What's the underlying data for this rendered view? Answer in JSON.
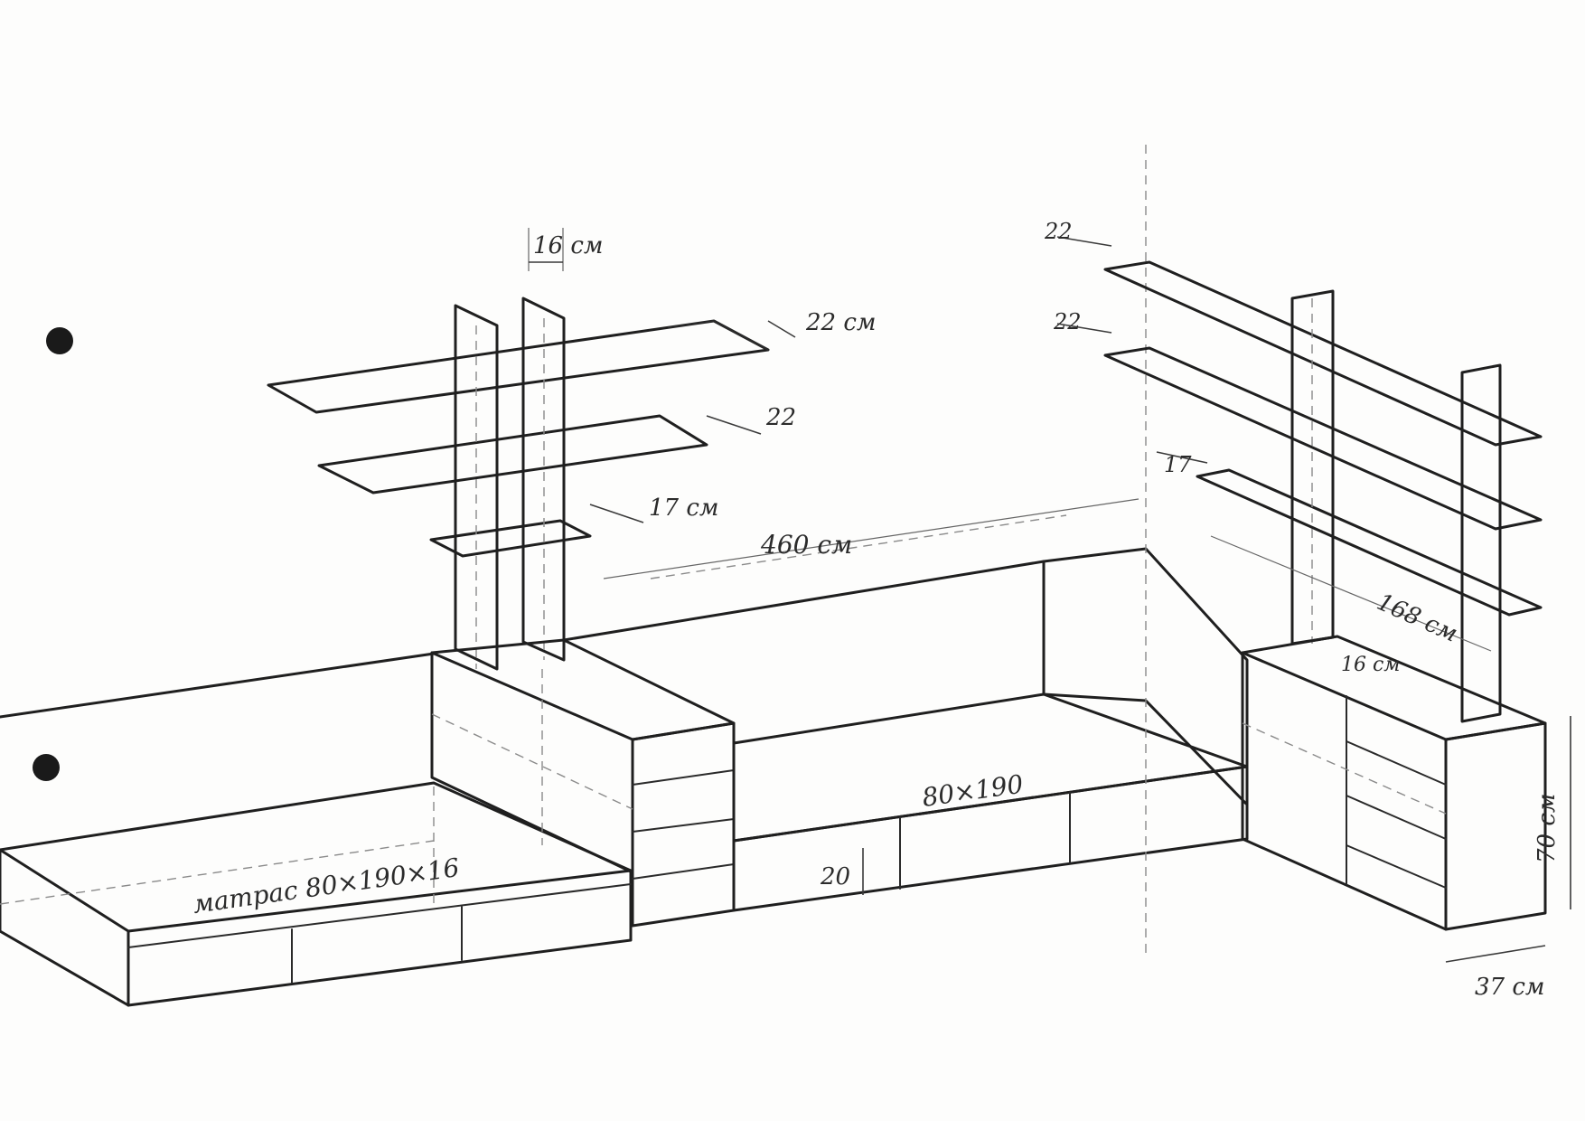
{
  "diagram": {
    "labels": {
      "shelf_left_post_gap": "16 см",
      "shelf_left_top_depth": "22 см",
      "shelf_left_mid_depth": "22",
      "shelf_left_low_depth": "17 см",
      "total_length": "460 см",
      "shelf_right_top_depth": "22",
      "shelf_right_mid_depth": "22",
      "shelf_right_low_depth": "17",
      "right_shelf_length": "168 см",
      "right_post_width": "16 см",
      "cabinet_height": "70 см",
      "cabinet_depth": "37 см",
      "mattress_left": "матрас  80×190×16",
      "mattress_right": "80×190",
      "bed_base_height": "20"
    }
  }
}
